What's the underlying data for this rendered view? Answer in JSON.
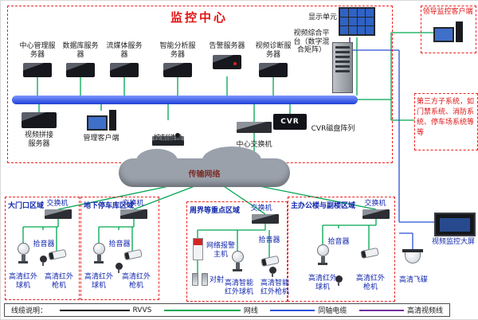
{
  "title": "监控中心",
  "leader": {
    "label": "领导监控客户端"
  },
  "third_party": {
    "text": "第三方子系统，如门禁系统、消防系统、停车场系统等等"
  },
  "servers": [
    {
      "label": "中心管理服务器"
    },
    {
      "label": "数据库服务器"
    },
    {
      "label": "流媒体服务器"
    },
    {
      "label": "智能分析服务器"
    },
    {
      "label": "告警服务器"
    },
    {
      "label": "视频诊断服务器"
    }
  ],
  "display_unit": {
    "label": "显示单元"
  },
  "video_platform": {
    "label": "视频综合平台（数字混合矩阵）"
  },
  "center_devices": {
    "splice_server": "视频拼接服务器",
    "mgmt_client": "管理客户端",
    "control_keyboard": "控制键盘",
    "center_switch": "中心交换机",
    "cvr_badge": "CVR",
    "cvr_label": "CVR磁盘阵列"
  },
  "cloud": {
    "label": "传输网络"
  },
  "areas": [
    {
      "title": "大门口区域",
      "switch": "交换机",
      "pickup": "拾音器",
      "dome": "高清红外球机",
      "bullet": "高清红外枪机"
    },
    {
      "title": "地下停车库区域",
      "switch": "交换机",
      "pickup": "拾音器",
      "dome": "高清红外球机",
      "bullet": "高清红外枪机"
    },
    {
      "title": "周界等重点区域",
      "switch": "交换机",
      "pickup": "拾音器",
      "alarm_host": "网络报警主机",
      "beam": "对射",
      "dome": "高清智能红外球机",
      "bullet": "高清智能红外枪机"
    },
    {
      "title": "主办公楼与副楼区域",
      "switch": "交换机",
      "pickup": "拾音器",
      "dome": "高清红外球机",
      "bullet": "高清红外枪机"
    }
  ],
  "right_devices": {
    "big_screen": "视频监控大屏",
    "ufo_camera": "高清飞碟"
  },
  "legend": {
    "title": "线缆说明：",
    "items": [
      {
        "label": "RVVS",
        "color": "#000000"
      },
      {
        "label": "网线",
        "color": "#00a651"
      },
      {
        "label": "同轴电缆",
        "color": "#2a52d8"
      },
      {
        "label": "高清视频线",
        "color": "#7030a0"
      }
    ]
  },
  "colors": {
    "dashed_border": "#ee2222",
    "bus": "#2440d8",
    "line_green": "#00a651",
    "title_red": "#e01515",
    "label_blue": "#1227ad"
  }
}
